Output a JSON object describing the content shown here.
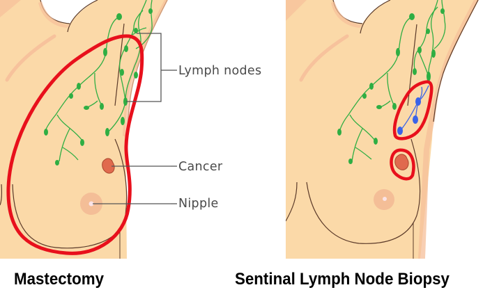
{
  "colors": {
    "skin": "#fbd9a8",
    "skin_shade": "#f6bf9a",
    "outline": "#5b3a29",
    "lymph": "#2fae43",
    "sentinel": "#3a63e8",
    "highlight": "#e8101c",
    "areola": "#f2b894",
    "tumor": "#e06a4e",
    "leader": "#555555",
    "label_text": "#4a4a4a"
  },
  "labels": {
    "lymph_nodes": "Lymph nodes",
    "cancer": "Cancer",
    "nipple": "Nipple"
  },
  "captions": {
    "left": "Mastectomy",
    "right": "Sentinal Lymph Node Biopsy"
  },
  "icons": {
    "lymph_node": "green-oval",
    "sentinel_node": "blue-oval",
    "tumor": "red-blob",
    "nipple": "pink-circle"
  }
}
